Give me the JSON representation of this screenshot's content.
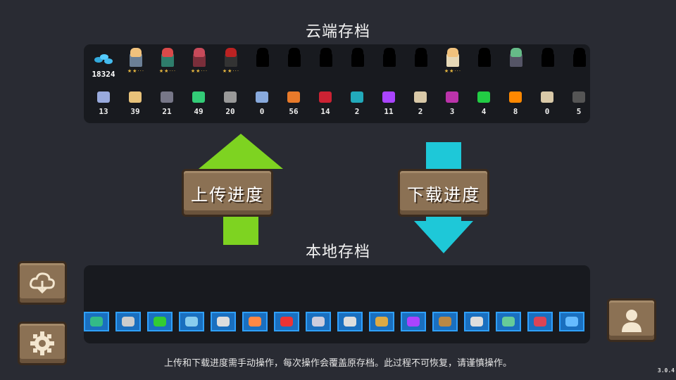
{
  "cloud_title": "云端存档",
  "local_title": "本地存档",
  "buttons": {
    "upload": "上传进度",
    "download": "下载进度"
  },
  "gems": "18324",
  "stars_text": "★★···",
  "characters": [
    {
      "name": "knight",
      "unlocked": true,
      "stars": true
    },
    {
      "name": "rogue",
      "unlocked": true,
      "stars": true
    },
    {
      "name": "witch",
      "unlocked": true,
      "stars": true
    },
    {
      "name": "assassin",
      "unlocked": true,
      "stars": true
    },
    {
      "name": "locked-1",
      "unlocked": false
    },
    {
      "name": "locked-2",
      "unlocked": false
    },
    {
      "name": "locked-3",
      "unlocked": false
    },
    {
      "name": "locked-4",
      "unlocked": false
    },
    {
      "name": "locked-5",
      "unlocked": false
    },
    {
      "name": "locked-6",
      "unlocked": false
    },
    {
      "name": "priest",
      "unlocked": true,
      "stars": true
    },
    {
      "name": "locked-7",
      "unlocked": false
    },
    {
      "name": "druid",
      "unlocked": true,
      "stars": false
    },
    {
      "name": "locked-8",
      "unlocked": false
    },
    {
      "name": "locked-9",
      "unlocked": false
    }
  ],
  "materials": [
    {
      "icon": "chip-icon",
      "count": "13",
      "color": "#9ad"
    },
    {
      "icon": "wood-plank-icon",
      "count": "39",
      "color": "#e8c27a"
    },
    {
      "icon": "ore-icon",
      "count": "21",
      "color": "#778"
    },
    {
      "icon": "green-ore-icon",
      "count": "49",
      "color": "#3c7"
    },
    {
      "icon": "gear-part-icon",
      "count": "20",
      "color": "#999"
    },
    {
      "icon": "feather-icon",
      "count": "0",
      "color": "#8ad"
    },
    {
      "icon": "copper-icon",
      "count": "56",
      "color": "#e87a2a"
    },
    {
      "icon": "red-leaf-icon",
      "count": "14",
      "color": "#c23"
    },
    {
      "icon": "teal-box-icon",
      "count": "2",
      "color": "#2ab"
    },
    {
      "icon": "purple-crystal-icon",
      "count": "11",
      "color": "#a4f"
    },
    {
      "icon": "scroll-icon",
      "count": "2",
      "color": "#d9c9a8"
    },
    {
      "icon": "purple-book-icon",
      "count": "3",
      "color": "#b3a"
    },
    {
      "icon": "green-sign-icon",
      "count": "4",
      "color": "#2c4"
    },
    {
      "icon": "flame-icon",
      "count": "8",
      "color": "#f80"
    },
    {
      "icon": "paper-icon",
      "count": "0",
      "color": "#d9c9a8"
    },
    {
      "icon": "dark-plate-icon",
      "count": "5",
      "color": "#555"
    }
  ],
  "local_items": [
    {
      "icon": "green-hat-icon",
      "color": "#3b8"
    },
    {
      "icon": "camera-icon",
      "color": "#ccc"
    },
    {
      "icon": "battery-icon",
      "color": "#3c3"
    },
    {
      "icon": "portal-icon",
      "color": "#8ce"
    },
    {
      "icon": "gadget-icon",
      "color": "#ddd"
    },
    {
      "icon": "eye-shield-icon",
      "color": "#f84"
    },
    {
      "icon": "red-potion-icon",
      "color": "#e33"
    },
    {
      "icon": "sword-icon",
      "color": "#ccd"
    },
    {
      "icon": "revolver-icon",
      "color": "#ddd"
    },
    {
      "icon": "egg-icon",
      "color": "#da4"
    },
    {
      "icon": "purple-potion-icon",
      "color": "#a4f"
    },
    {
      "icon": "door-icon",
      "color": "#b84"
    },
    {
      "icon": "shuriken-icon",
      "color": "#ddd"
    },
    {
      "icon": "blaster-icon",
      "color": "#6c9"
    },
    {
      "icon": "bar-icon",
      "color": "#d45"
    },
    {
      "icon": "blue-potion-icon",
      "color": "#6bf"
    }
  ],
  "hint": "上传和下载进度需手动操作，每次操作会覆盖原存档。此过程不可恢复，请谨慎操作。",
  "version": "3.0.4",
  "colors": {
    "background": "#292b33",
    "panel": "#181a1f",
    "upload_arrow": "#7ed321",
    "download_arrow": "#1ec8d8",
    "wood": "#8b7154"
  }
}
